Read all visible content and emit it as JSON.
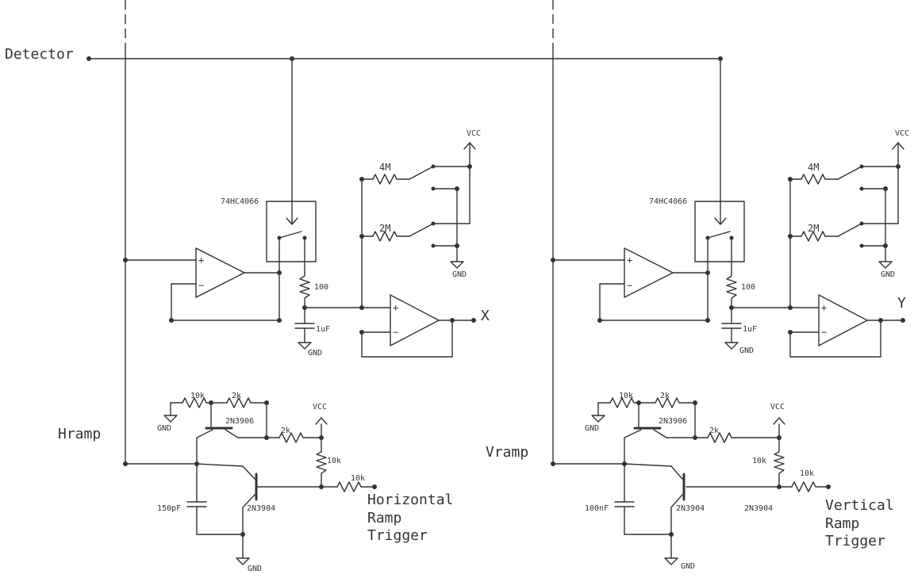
{
  "labels": {
    "detector": "Detector",
    "hramp": "Hramp",
    "vramp": "Vramp",
    "x_out": "X",
    "y_out": "Y",
    "h_trigger": [
      "Horizontal",
      "Ramp",
      "Trigger"
    ],
    "v_trigger": [
      "Vertical",
      "Ramp",
      "Trigger"
    ]
  },
  "parts": {
    "switch_ic": "74HC4066",
    "vcc": "VCC",
    "gnd": "GND",
    "r_4m": "4M",
    "r_2m": "2M",
    "r_100": "100",
    "c_1uf": "1uF",
    "r_10k": "10k",
    "r_2k": "2k",
    "q_pnp": "2N3906",
    "q_npn": "2N3904",
    "c_150pf": "150pF",
    "c_100nf": "100nF"
  }
}
